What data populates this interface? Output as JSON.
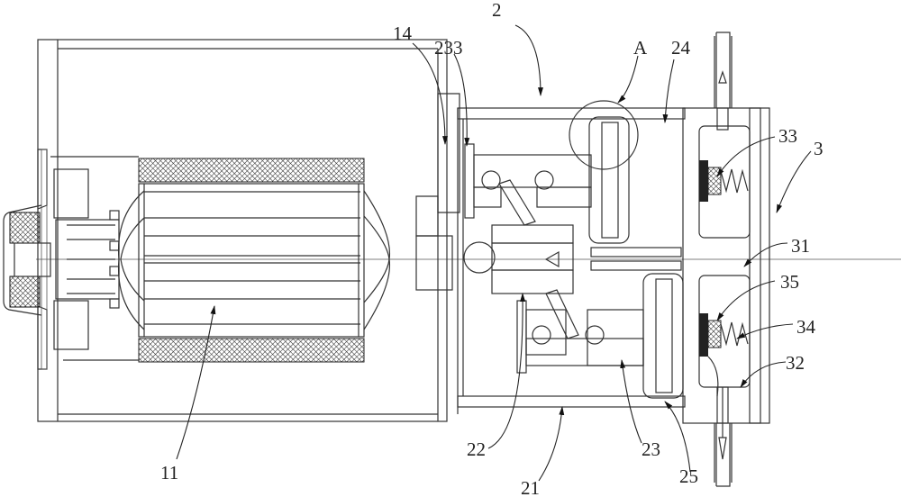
{
  "figure": {
    "type": "patent-cross-section",
    "subject": "motor-driven diaphragm pump assembly"
  },
  "labels": {
    "l2": "2",
    "l14": "14",
    "l233": "233",
    "lA": "A",
    "l24": "24",
    "l33": "33",
    "l3": "3",
    "l31": "31",
    "l35": "35",
    "l34": "34",
    "l32": "32",
    "l11": "11",
    "l22": "22",
    "l21": "21",
    "l23": "23",
    "l25": "25"
  },
  "components": [
    {
      "id": "11",
      "name": "motor rotor/armature"
    },
    {
      "id": "14",
      "name": "motor end cover"
    },
    {
      "id": "2",
      "name": "pump body"
    },
    {
      "id": "21",
      "name": "pump housing"
    },
    {
      "id": "22",
      "name": "eccentric shaft"
    },
    {
      "id": "23",
      "name": "swing bracket"
    },
    {
      "id": "233",
      "name": "bracket pin"
    },
    {
      "id": "24",
      "name": "diaphragm chamber"
    },
    {
      "id": "25",
      "name": "diaphragm"
    },
    {
      "id": "3",
      "name": "valve head"
    },
    {
      "id": "31",
      "name": "valve seat"
    },
    {
      "id": "32",
      "name": "outlet chamber"
    },
    {
      "id": "33",
      "name": "inlet valve"
    },
    {
      "id": "34",
      "name": "spring"
    },
    {
      "id": "35",
      "name": "outlet valve"
    },
    {
      "id": "A",
      "name": "detail view A"
    }
  ]
}
